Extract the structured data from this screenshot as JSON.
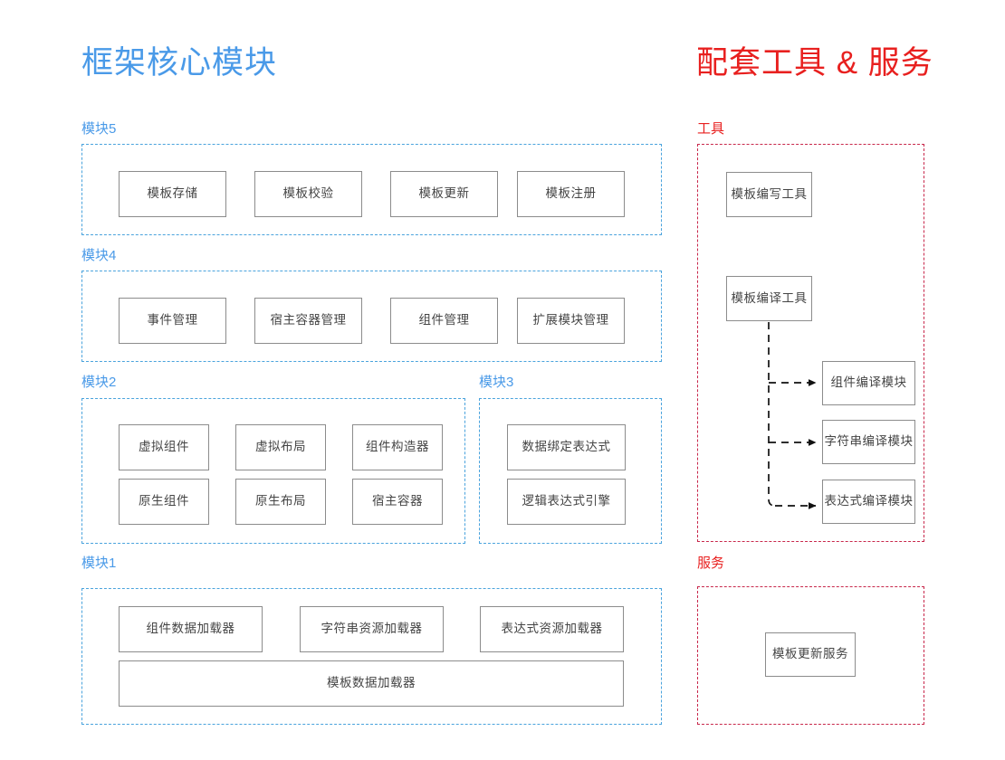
{
  "titles": {
    "left": "框架核心模块",
    "right": "配套工具 & 服务"
  },
  "colors": {
    "core_accent": "#4a9ae8",
    "core_panel_border": "#4aa3dd",
    "tools_accent": "#e8201f",
    "tools_panel_border": "#c8274b",
    "node_border": "#8c8c8c",
    "node_text": "#454545",
    "background": "#ffffff"
  },
  "core": {
    "groups": [
      {
        "label": "模块5",
        "rows": [
          [
            "模板存储",
            "模板校验",
            "模板更新",
            "模板注册"
          ]
        ]
      },
      {
        "label": "模块4",
        "rows": [
          [
            "事件管理",
            "宿主容器管理",
            "组件管理",
            "扩展模块管理"
          ]
        ]
      },
      {
        "label": "模块2",
        "rows": [
          [
            "虚拟组件",
            "虚拟布局",
            "组件构造器"
          ],
          [
            "原生组件",
            "原生布局",
            "宿主容器"
          ]
        ]
      },
      {
        "label": "模块3",
        "rows": [
          [
            "数据绑定表达式"
          ],
          [
            "逻辑表达式引擎"
          ]
        ]
      },
      {
        "label": "模块1",
        "rows": [
          [
            "组件数据加载器",
            "字符串资源加载器",
            "表达式资源加载器"
          ],
          [
            "模板数据加载器"
          ]
        ]
      }
    ]
  },
  "tools": {
    "label": "工具",
    "nodes": {
      "authoring": "模板编写工具",
      "compiler": "模板编译工具",
      "compile_modules": [
        "组件编译模块",
        "字符串编译模块",
        "表达式编译模块"
      ]
    }
  },
  "services": {
    "label": "服务",
    "nodes": [
      "模板更新服务"
    ]
  }
}
